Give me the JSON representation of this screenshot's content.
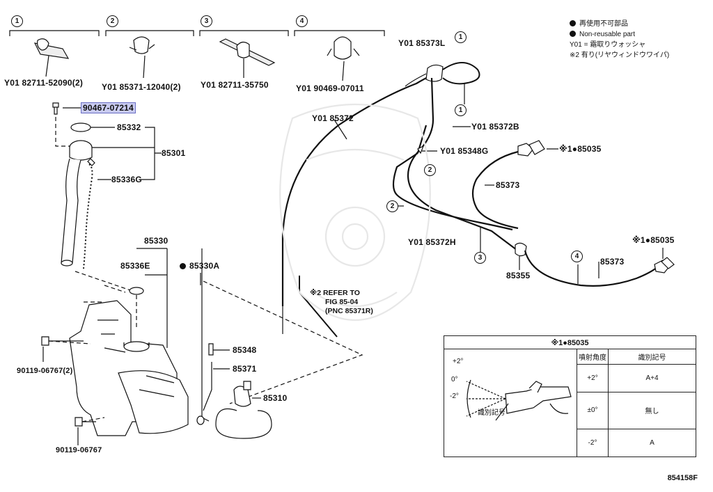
{
  "legend": {
    "items": [
      {
        "bullet": true,
        "text": "再使用不可部品"
      },
      {
        "bullet": true,
        "text": "Non-reusable part"
      },
      {
        "bullet": false,
        "text": "Y01 = 霜取りウォッシャ"
      },
      {
        "bullet": false,
        "text": "※2 有り(リヤウィンドウワイパ)"
      }
    ]
  },
  "groups": [
    {
      "num": "1",
      "part": "82711-52090(2)",
      "prefix": "Y01"
    },
    {
      "num": "2",
      "part": "85371-12040(2)",
      "prefix": "Y01"
    },
    {
      "num": "3",
      "part": "82711-35750",
      "prefix": "Y01"
    },
    {
      "num": "4",
      "part": "90469-07011",
      "prefix": "Y01"
    }
  ],
  "callouts": {
    "p90467": "90467-07214",
    "p85332": "85332",
    "p85301": "85301",
    "p85336g": "85336G",
    "p85330": "85330",
    "p85336e": "85336E",
    "p85330a": "85330A",
    "p85348": "85348",
    "p85371": "85371",
    "p85310": "85310",
    "p90119a": "90119-06767(2)",
    "p90119b": "90119-06767",
    "p85373l": "Y01 85373L",
    "p85372": "Y01 85372",
    "p85372b": "Y01 85372B",
    "p85348g": "Y01 85348G",
    "p85372h": "Y01 85372H",
    "p85373a": "85373",
    "p85373b": "85373",
    "p85355": "85355",
    "p85035a": "※1●85035",
    "p85035b": "※1●85035"
  },
  "reference": {
    "line1": "※2 REFER TO",
    "line2": "FIG 85-04",
    "line3": "(PNC 85371R)"
  },
  "route_markers": [
    "1",
    "1",
    "2",
    "2",
    "3",
    "4"
  ],
  "table": {
    "title": "※1●85035",
    "col1": "噴射角度",
    "col2": "識別記号",
    "rows": [
      {
        "angle": "+2°",
        "code": "A+4"
      },
      {
        "angle": "±0°",
        "code": "無し"
      },
      {
        "angle": "-2°",
        "code": "A"
      }
    ],
    "diagram_labels": {
      "plus": "+2°",
      "zero": "0°",
      "minus": "-2°",
      "mark": "識別記号"
    }
  },
  "figure_id": "854158F"
}
